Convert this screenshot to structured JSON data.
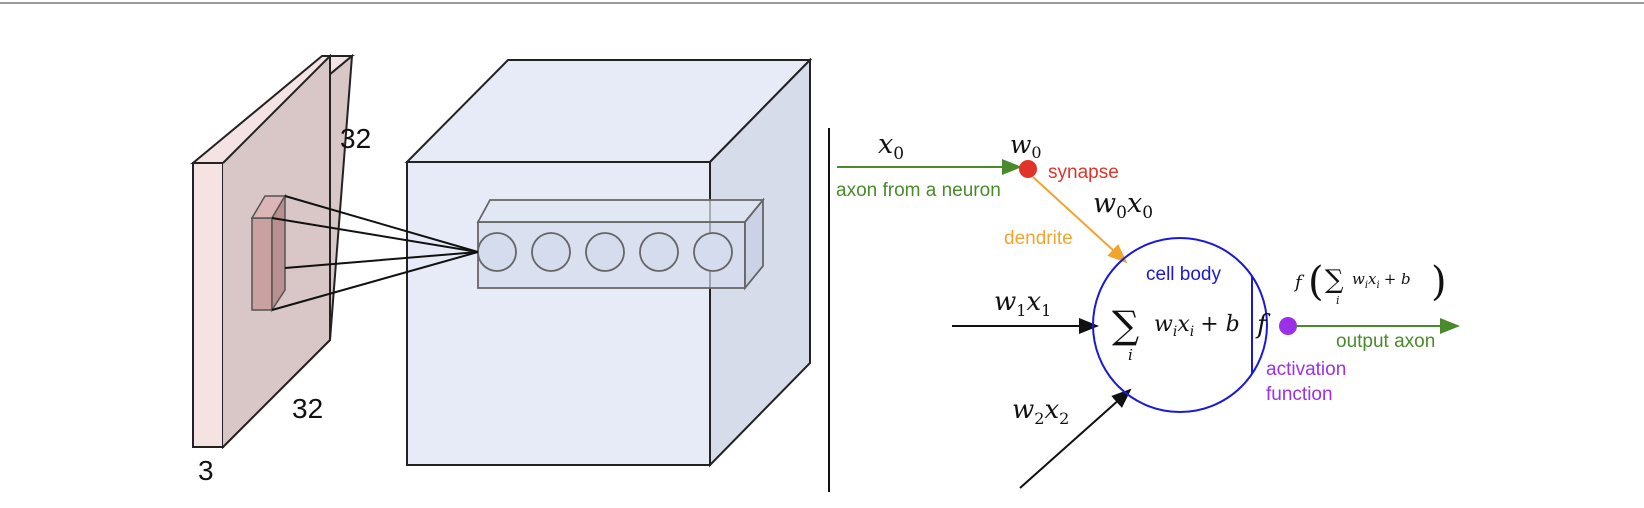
{
  "left_figure": {
    "input_volume": {
      "height_label": "32",
      "width_label": "32",
      "depth_label": "3"
    },
    "neuron_count": 5
  },
  "right_figure": {
    "inputs": {
      "x0": "x",
      "x0_sub": "0",
      "w0": "w",
      "w0_sub": "0",
      "w0x0_w": "w",
      "w0x0_wsub": "0",
      "w0x0_x": "x",
      "w0x0_xsub": "0",
      "w1x1_w": "w",
      "w1x1_wsub": "1",
      "w1x1_x": "x",
      "w1x1_xsub": "1",
      "w2x2_w": "w",
      "w2x2_wsub": "2",
      "w2x2_x": "x",
      "w2x2_xsub": "2"
    },
    "labels": {
      "axon_from_neuron": "axon from a neuron",
      "synapse": "synapse",
      "dendrite": "dendrite",
      "cell_body": "cell body",
      "output_axon": "output axon",
      "activation_line1": "activation",
      "activation_line2": "function"
    },
    "formula": {
      "sum_symbol": "∑",
      "sum_index": "i",
      "body": "w",
      "body_sub": "i",
      "body_x": "x",
      "body_xsub": "i",
      "plus_b": "+ b",
      "f": "f",
      "out_f": "f",
      "out_lparen": "(",
      "out_rparen": ")"
    },
    "colors": {
      "axon": "#4a8a2c",
      "synapse": "#e0342a",
      "dendrite": "#f0a530",
      "cell_body": "#1a1ad6",
      "activation": "#9b30e8",
      "input_slab_face": "#d9c6c6",
      "input_slab_front": "#f5e3e3",
      "output_box": "#e6ebf7"
    }
  }
}
